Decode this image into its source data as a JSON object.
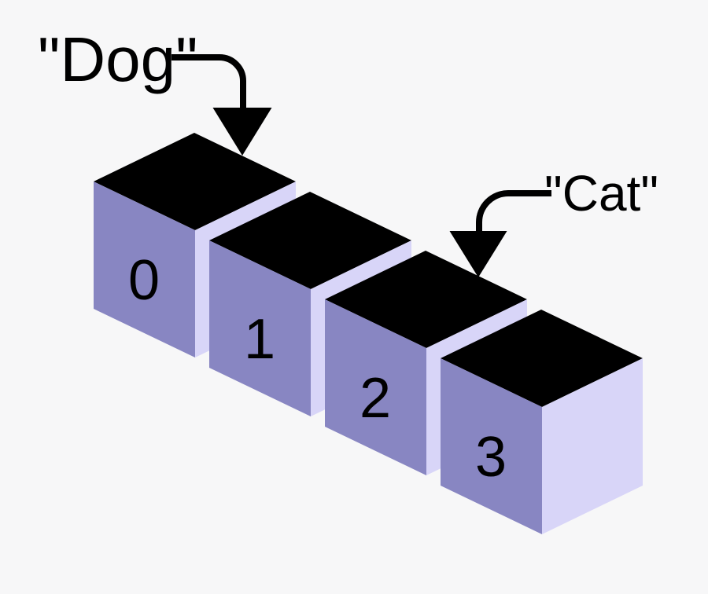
{
  "diagram": {
    "background_color": "#f7f7f8",
    "cube_colors": {
      "top": "#000000",
      "front": "#8886c2",
      "side": "#d8d5f8"
    },
    "line_color": "#000000",
    "text_color": "#000000",
    "cells": [
      {
        "index": "0"
      },
      {
        "index": "1"
      },
      {
        "index": "2"
      },
      {
        "index": "3"
      }
    ],
    "pointers": [
      {
        "label": "\"Dog\"",
        "points_to_cell": "0"
      },
      {
        "label": "\"Cat\"",
        "points_to_cell": "2"
      }
    ]
  }
}
